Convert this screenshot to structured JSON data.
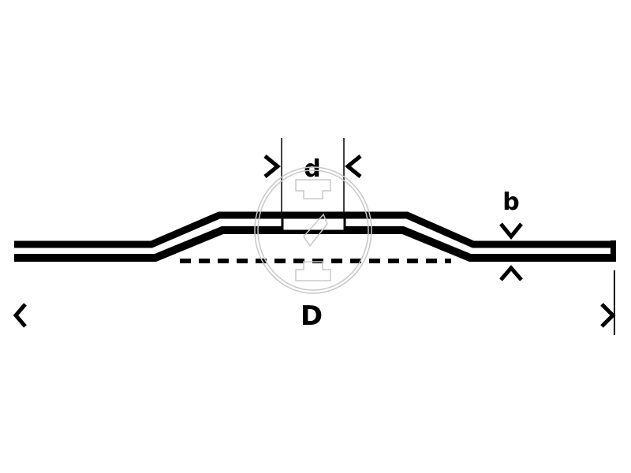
{
  "diagram": {
    "labels": {
      "bore_diameter": "d",
      "thickness": "b",
      "outer_diameter": "D"
    },
    "colors": {
      "line": "#000000",
      "background": "#ffffff",
      "watermark": "#c8c8c8"
    }
  }
}
